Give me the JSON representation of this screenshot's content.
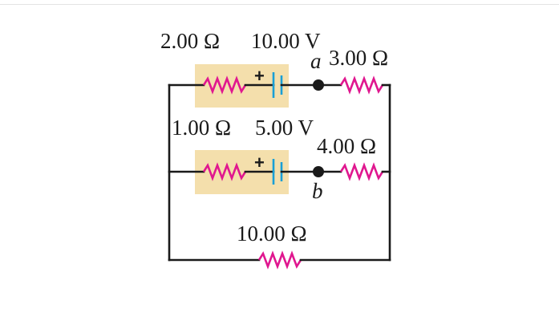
{
  "circuit": {
    "branch_top": {
      "internal_resistance": "2.00 Ω",
      "emf": "10.00 V",
      "external_resistance": "3.00 Ω",
      "polarity": "+"
    },
    "branch_middle": {
      "internal_resistance": "1.00 Ω",
      "emf": "5.00 V",
      "external_resistance": "4.00 Ω",
      "polarity": "+"
    },
    "branch_bottom": {
      "resistance": "10.00 Ω"
    },
    "nodes": {
      "a": "a",
      "b": "b"
    },
    "colors": {
      "resistor": "#e0178f",
      "battery_plate": "#1a9fd6",
      "highlight": "#f4dfac",
      "wire": "#1a1a1a"
    }
  }
}
